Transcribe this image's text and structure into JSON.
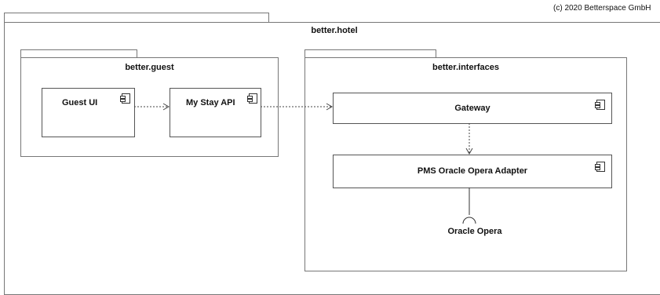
{
  "copyright": "(c) 2020 Betterspace GmbH",
  "packages": {
    "hotel": {
      "title": "better.hotel"
    },
    "guest": {
      "title": "better.guest"
    },
    "interfaces": {
      "title": "better.interfaces"
    }
  },
  "components": {
    "guest_ui": {
      "label": "Guest UI"
    },
    "my_stay_api": {
      "label": "My Stay API"
    },
    "gateway": {
      "label": "Gateway"
    },
    "pms_adapter": {
      "label": "PMS Oracle Opera Adapter"
    }
  },
  "interface": {
    "label": "Oracle Opera"
  },
  "icons": {
    "component": "component-icon"
  }
}
